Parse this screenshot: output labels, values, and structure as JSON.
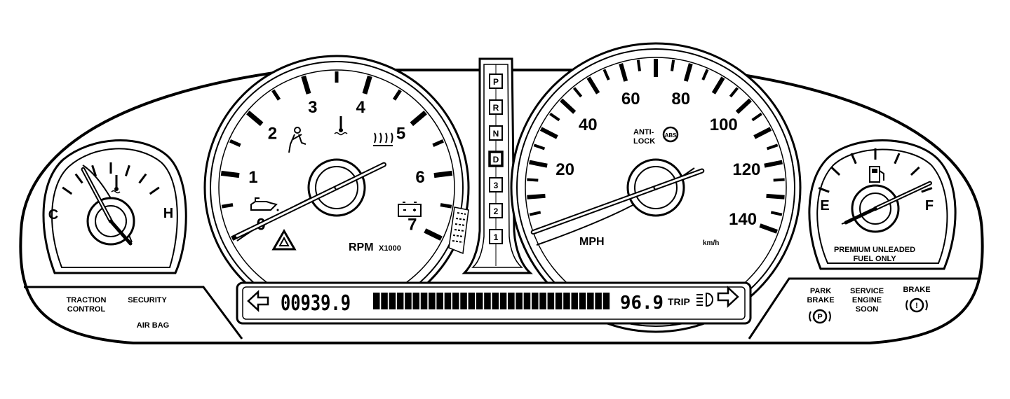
{
  "tachometer": {
    "ticks": [
      "0",
      "1",
      "2",
      "3",
      "4",
      "5",
      "6",
      "7"
    ],
    "unit": "RPM",
    "multiplier": "X1000",
    "needle_value": 0
  },
  "speedometer": {
    "ticks": [
      "20",
      "40",
      "60",
      "80",
      "100",
      "120",
      "140"
    ],
    "unit": "MPH",
    "alt_unit": "km/h",
    "needle_value": 0,
    "abs_line1": "ANTI-",
    "abs_line2": "LOCK"
  },
  "temp_gauge": {
    "cold": "C",
    "hot": "H",
    "level": 0
  },
  "fuel_gauge": {
    "empty": "E",
    "full": "F",
    "level": 1.0,
    "note_line1": "PREMIUM UNLEADED",
    "note_line2": "FUEL ONLY"
  },
  "gear_selector": [
    "P",
    "R",
    "N",
    "D",
    "3",
    "2",
    "1"
  ],
  "gear_selected": "D",
  "display": {
    "odometer": "00939.9",
    "trip": "96.9",
    "trip_label": "TRIP"
  },
  "left_indicators": {
    "traction_line1": "TRACTION",
    "traction_line2": "CONTROL",
    "security": "SECURITY",
    "airbag": "AIR BAG"
  },
  "right_indicators": {
    "park_line1": "PARK",
    "park_line2": "BRAKE",
    "service_line1": "SERVICE",
    "service_line2": "ENGINE",
    "service_line3": "SOON",
    "brake": "BRAKE"
  },
  "icons": [
    "seatbelt-icon",
    "coolant-temp-icon",
    "defrost-icon",
    "oil-pressure-icon",
    "hazard-icon",
    "battery-icon",
    "abs-icon",
    "fuel-pump-icon",
    "left-turn-arrow-icon",
    "right-turn-arrow-icon",
    "headlamp-icon",
    "park-brake-icon",
    "brake-warning-icon"
  ]
}
